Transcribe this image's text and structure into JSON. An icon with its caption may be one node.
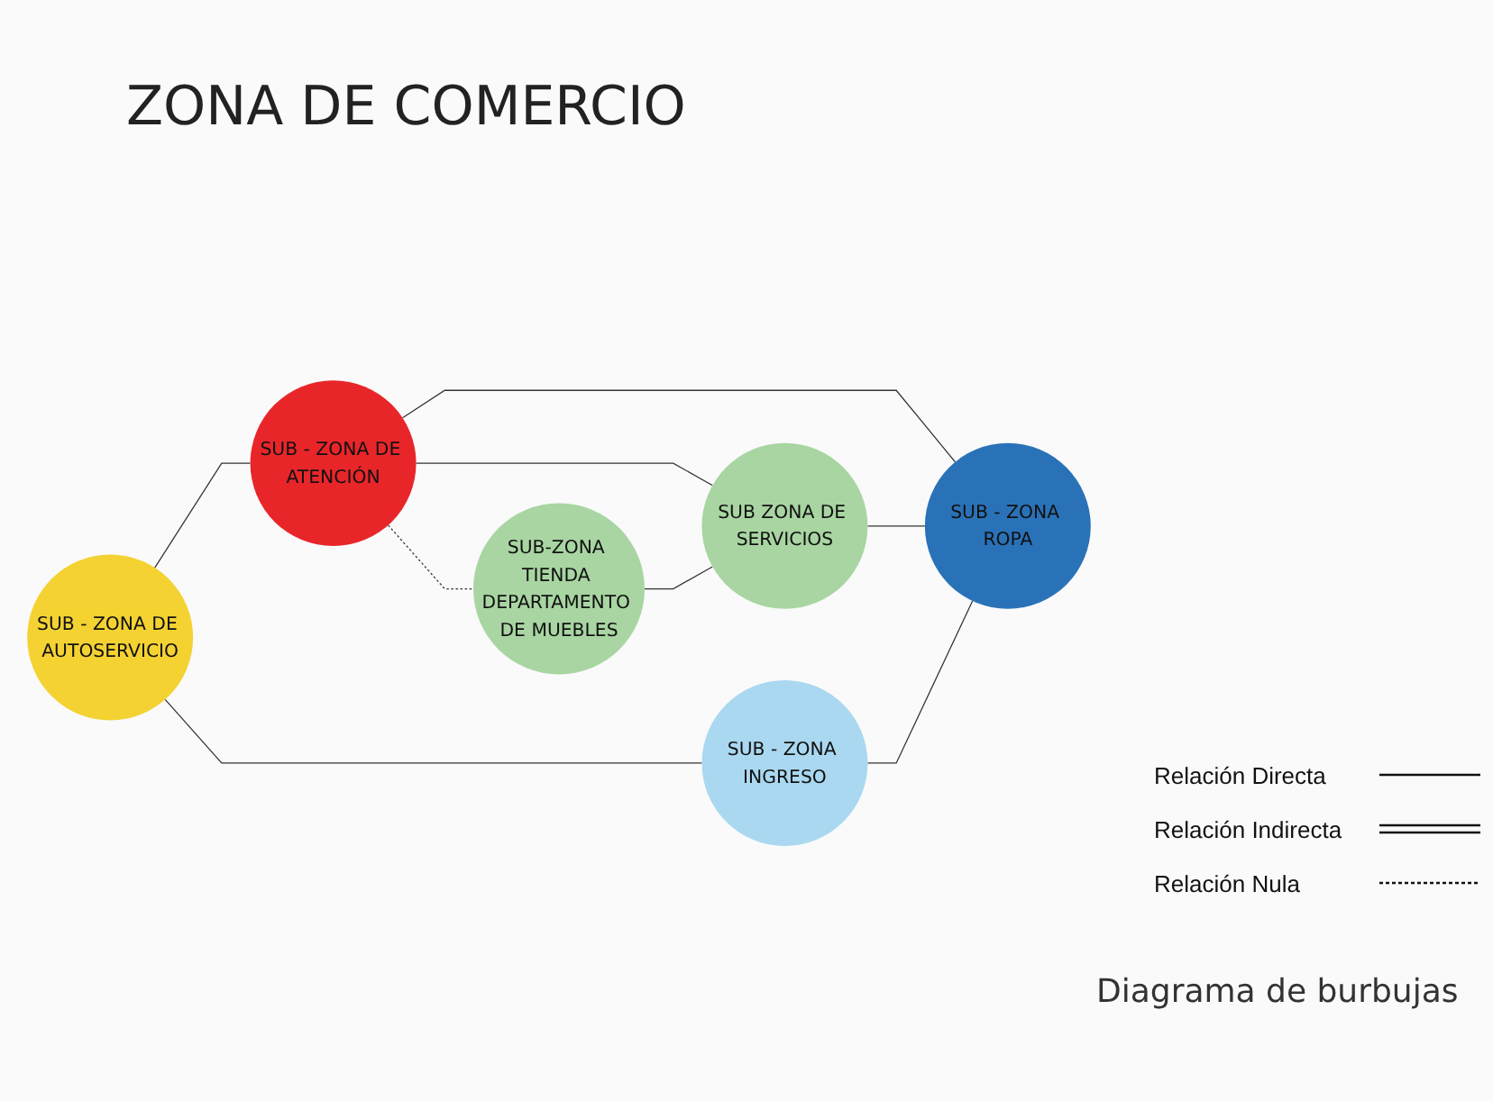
{
  "diagram": {
    "title": "ZONA DE COMERCIO",
    "caption": "Diagrama de burbujas",
    "nodes": [
      {
        "text": [
          "SUB-ZONA TIENDA DEPARTAMENTO DE MUEBLES"
        ]
      },
      {
        "text": [
          "SUB - ZONA DE ATENCIÓN"
        ]
      },
      {
        "text": [
          "SUB - ZONA DE AUTOSERVICIO"
        ]
      },
      {
        "text": [
          "SUB ZONA DE SERVICIOS"
        ]
      },
      {
        "text": [
          "SUB - ZONA INGRESO"
        ]
      },
      {
        "text": [
          "SUB - ZONA ROPA"
        ]
      }
    ],
    "edges": [
      {
        "from": 1,
        "to": 0,
        "arrow": "none",
        "style": "dashed"
      },
      {
        "from": 2,
        "to": 1,
        "arrow": "none"
      },
      {
        "from": 1,
        "to": 3,
        "arrow": "none"
      },
      {
        "from": 1,
        "to": 5,
        "arrow": "none"
      },
      {
        "from": 0,
        "to": 3,
        "arrow": "none"
      },
      {
        "from": 3,
        "to": 5,
        "arrow": "none"
      },
      {
        "from": 2,
        "to": 4,
        "arrow": "none"
      },
      {
        "from": 4,
        "to": 5,
        "arrow": "none"
      }
    ],
    "legend": [
      {
        "text": "Relación Directa"
      },
      {
        "text": "Relación Indirecta"
      },
      {
        "text": "Relación Nula"
      }
    ]
  }
}
